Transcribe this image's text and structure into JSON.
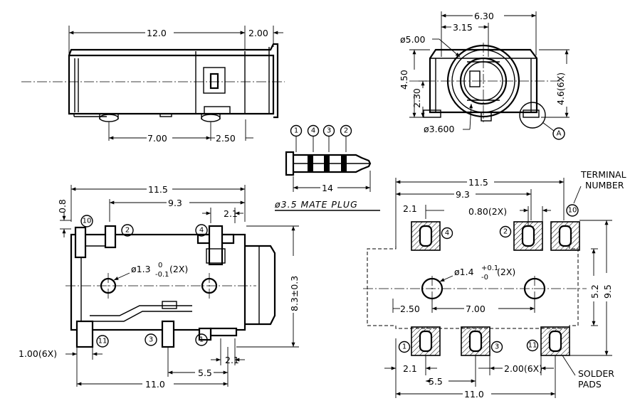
{
  "side_view": {
    "dim_length": "12.0",
    "dim_flange": "2.00",
    "dim_pin_spacing": "7.00",
    "dim_pin_offset": "2.50"
  },
  "front_view": {
    "dim_width": "6.30",
    "dim_center": "3.15",
    "dim_outer_dia": "ø5.00",
    "dim_height": "4.50",
    "dim_axis_height": "2.30",
    "dim_terminal_height": "4.6(6X)",
    "dim_inner_dia": "ø3.600",
    "detail_label": "A"
  },
  "plug": {
    "contacts": [
      "1",
      "4",
      "3",
      "2"
    ],
    "dim_length": "14",
    "caption": "ø3.5 MATE PLUG"
  },
  "top_view": {
    "dim_overall": "11.5",
    "dim_pin_span": "9.3",
    "dim_pin_offset_top": "0.8",
    "dim_pin_width": "2.1",
    "hole_note": "ø1.3",
    "hole_tol_upper": "0",
    "hole_tol_lower": "-0.1",
    "hole_count": "(2X)",
    "dim_height": "8.3±0.3",
    "dim_pin_width_note": "1.00(6X)",
    "dim_bottom_pin_span": "5.5",
    "dim_bottom_pin_width": "2.1",
    "dim_bottom_overall": "11.0",
    "terminals": [
      "10",
      "2",
      "4",
      "11",
      "3",
      "1"
    ]
  },
  "pcb_layout": {
    "terminal_label_line1": "TERMINAL",
    "terminal_label_line2": "NUMBER",
    "dim_overall": "11.5",
    "dim_pad_span": "9.3",
    "dim_pad_width_left": "2.1",
    "dim_pad_slot": "0.80(2X)",
    "hole_note": "ø1.4",
    "hole_tol_upper": "+0.1",
    "hole_tol_lower": "-0",
    "hole_count": "(2X)",
    "dim_hole_offset": "2.50",
    "dim_hole_spacing": "7.00",
    "dim_row_gap": "5.2",
    "dim_height": "9.5",
    "dim_bottom_pad_width": "2.1",
    "dim_pad_width_note": "2.00(6X)",
    "dim_bottom_span": "5.5",
    "dim_bottom_overall": "11.0",
    "solder_label_line1": "SOLDER",
    "solder_label_line2": "PADS",
    "terminals": [
      "4",
      "2",
      "10",
      "1",
      "3",
      "11"
    ]
  }
}
